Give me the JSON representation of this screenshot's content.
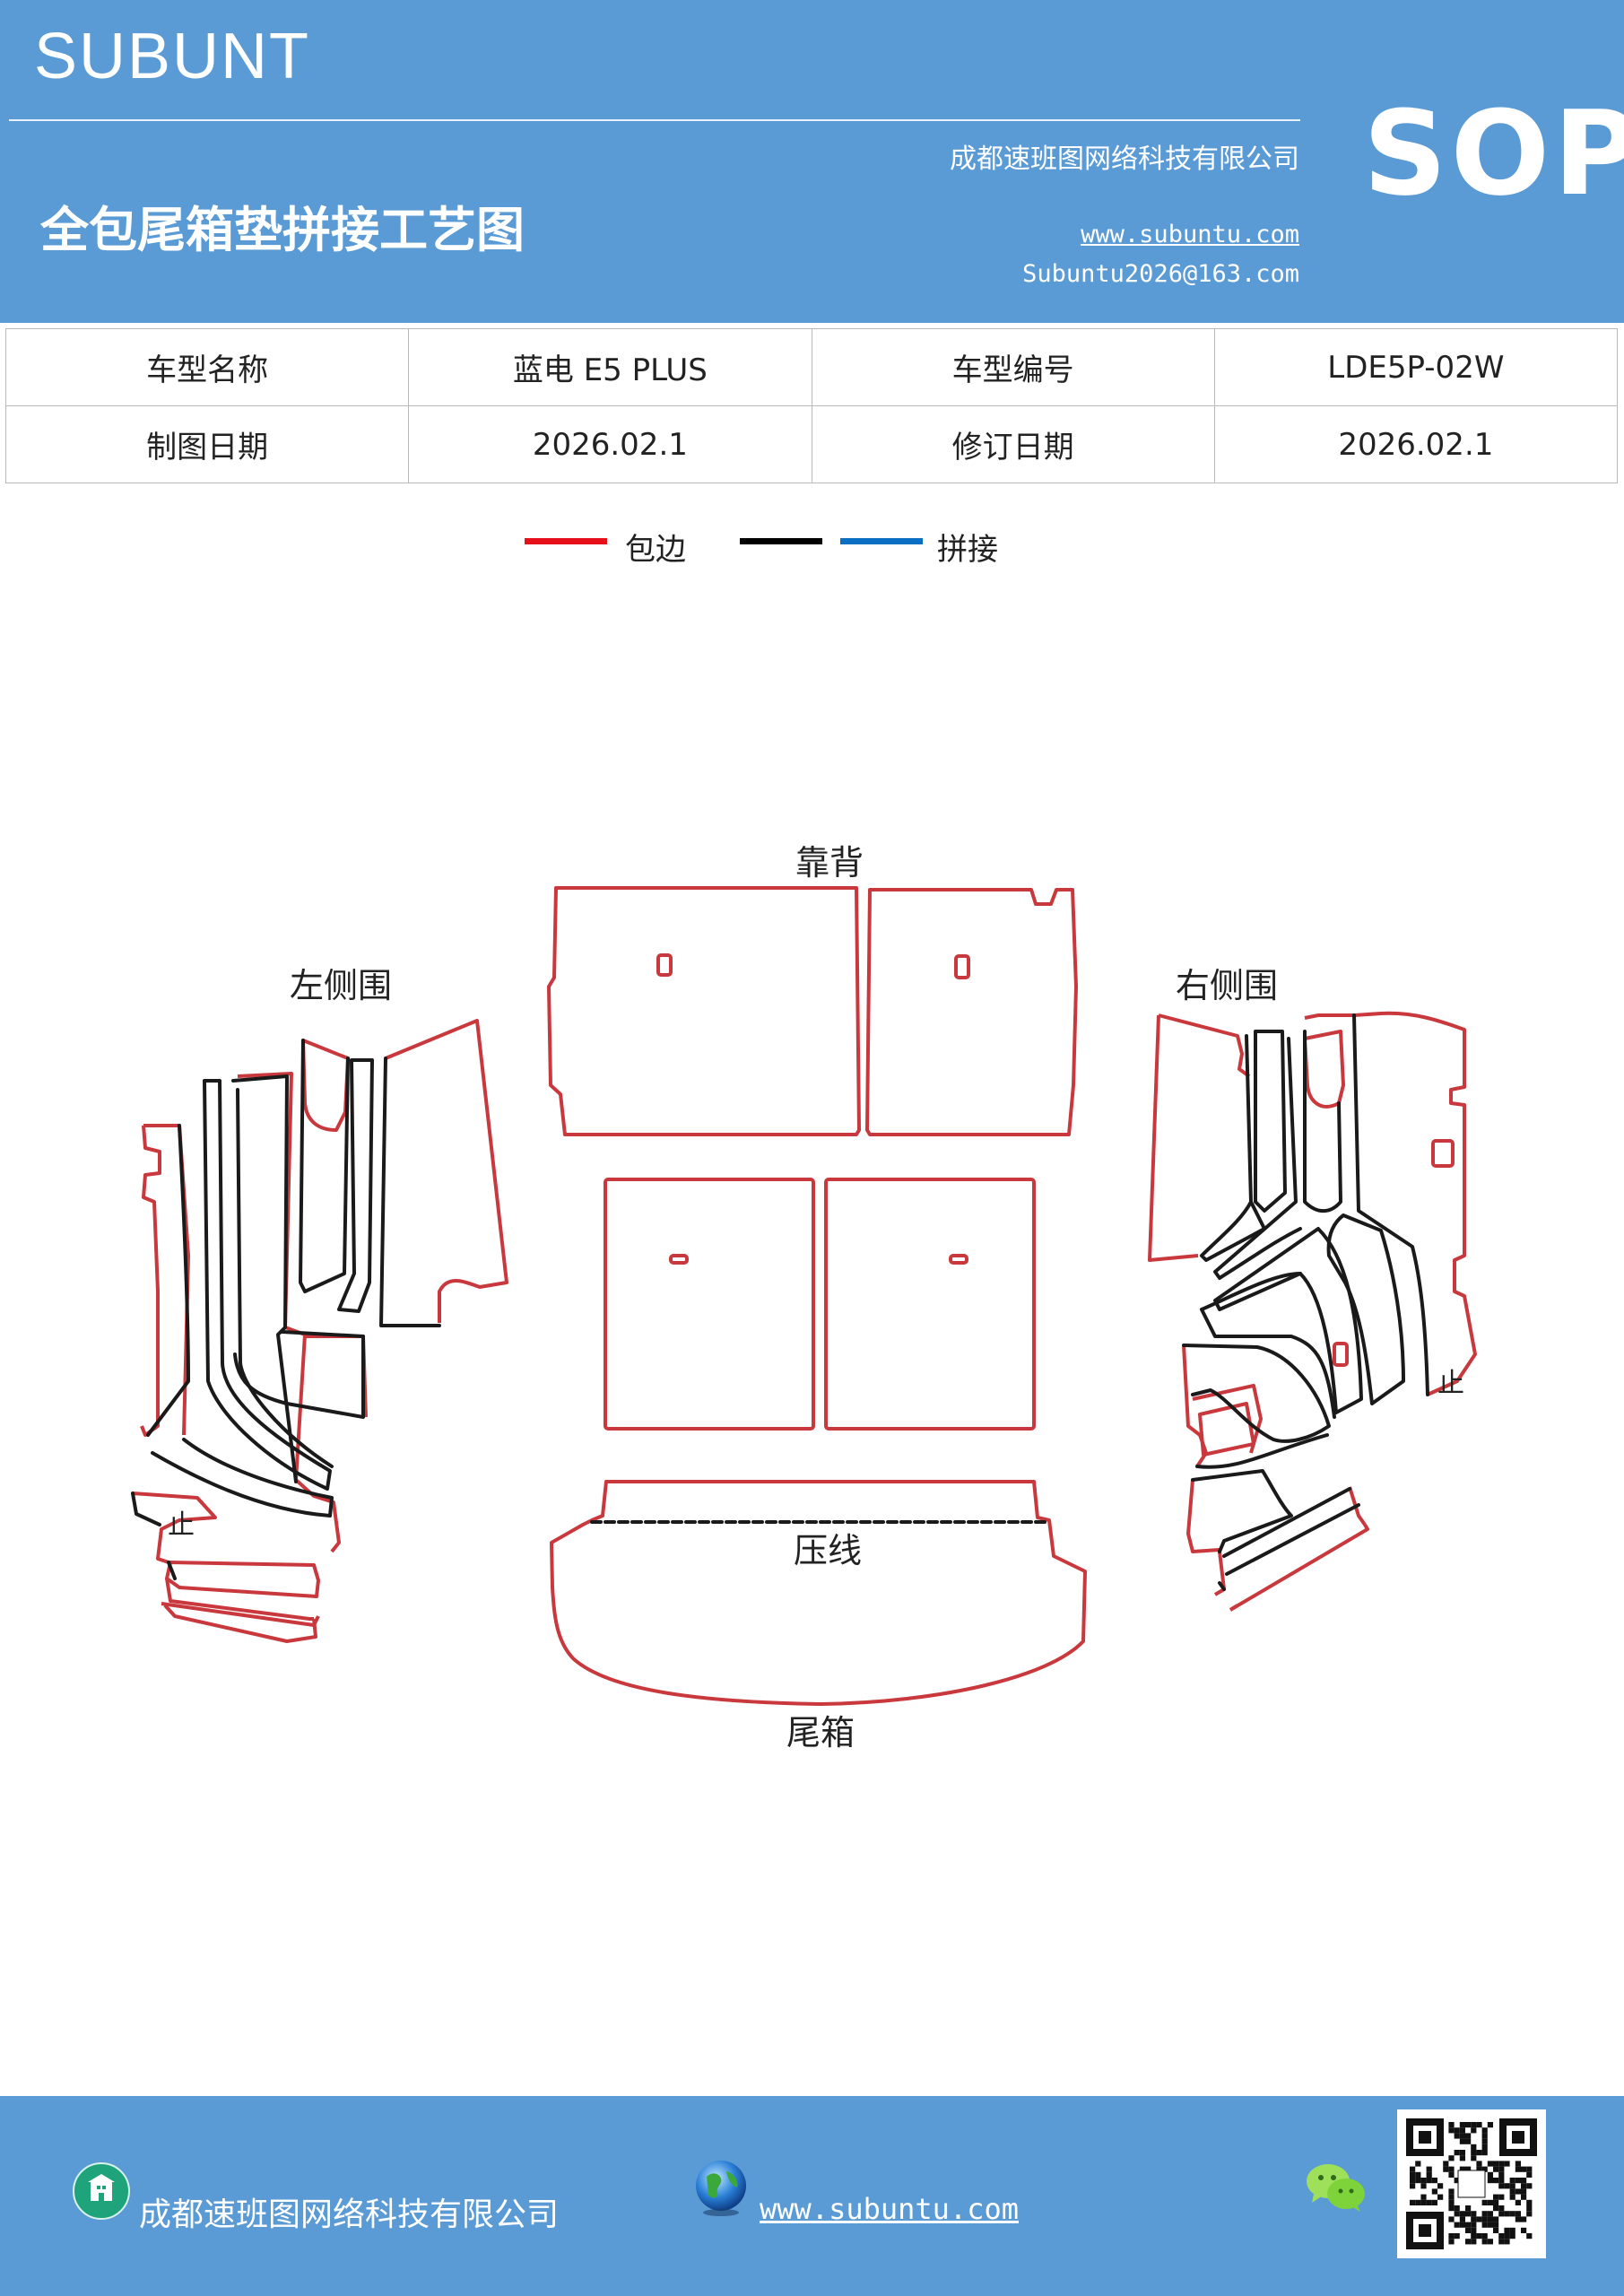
{
  "header": {
    "brand": "SUBUNT",
    "company": "成都速班图网络科技有限公司",
    "title": "全包尾箱垫拼接工艺图",
    "website": "www.subuntu.com",
    "email": "Subuntu2026@163.com",
    "badge": "SOP"
  },
  "info_table": {
    "rows": [
      [
        "车型名称",
        "蓝电 E5  PLUS",
        "车型编号",
        "LDE5P-02W"
      ],
      [
        "制图日期",
        "2026.02.1",
        "修订日期",
        "2026.02.1"
      ]
    ]
  },
  "legend": {
    "items": [
      {
        "label": "包边",
        "color": "#e5101a"
      },
      {
        "label": "",
        "color": "#000000"
      },
      {
        "label": "拼接",
        "color": "#0a6fc2"
      }
    ]
  },
  "diagram": {
    "labels": {
      "backrest": "靠背",
      "left_side": "左侧围",
      "right_side": "右侧围",
      "crease": "压线",
      "trunk": "尾箱",
      "stop_left": "止",
      "stop_right": "止"
    },
    "colors": {
      "edge": "#c8383d",
      "seam": "#1a1a1a"
    }
  },
  "footer": {
    "company": "成都速班图网络科技有限公司",
    "website": "www.subuntu.com"
  }
}
